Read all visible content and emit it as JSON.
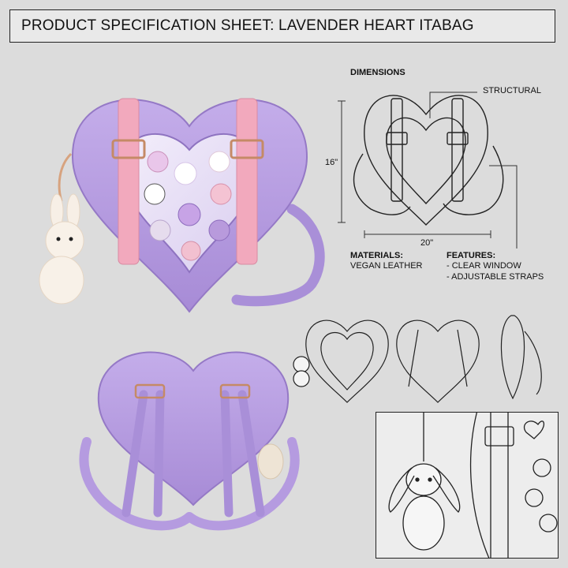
{
  "title": "PRODUCT SPECIFICATION SHEET: LAVENDER HEART ITABAG",
  "dimensions": {
    "heading": "DIMENSIONS",
    "structural_label": "STRUCTURAL",
    "height": "16\"",
    "width": "20\""
  },
  "materials": {
    "heading": "MATERIALS:",
    "value": "VEGAN LEATHER"
  },
  "features": {
    "heading": "FEATURES:",
    "items": [
      "- CLEAR WINDOW",
      "- ADJUSTABLE STRAPS"
    ]
  },
  "colors": {
    "lavender": "#b9a0e0",
    "lavender_dark": "#9a7cc9",
    "pink_strap": "#f2a9bd",
    "hardware": "#d7a37f",
    "background": "#dcdcdc"
  }
}
